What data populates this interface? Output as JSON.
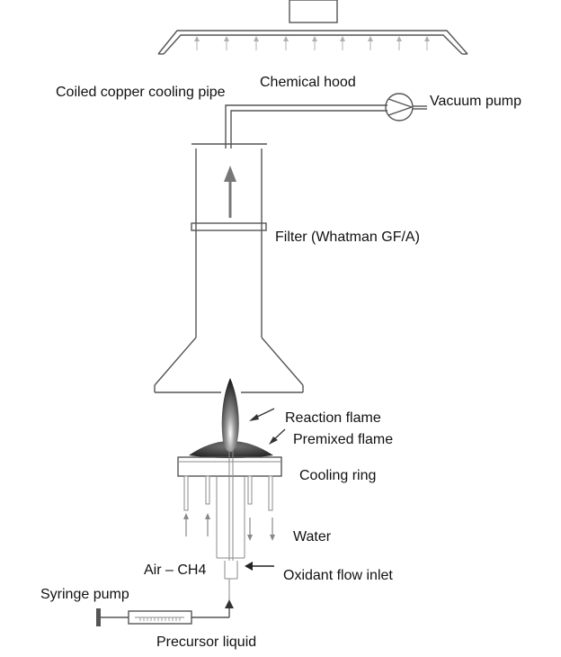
{
  "labels": {
    "chemical_hood": "Chemical hood",
    "cooling_pipe": "Coiled copper cooling pipe",
    "vacuum_pump": "Vacuum pump",
    "filter": "Filter (Whatman GF/A)",
    "reaction_flame": "Reaction flame",
    "premixed_flame": "Premixed flame",
    "cooling_ring": "Cooling ring",
    "water": "Water",
    "air_ch4": "Air – CH4",
    "oxidant_inlet": "Oxidant flow inlet",
    "syringe_pump": "Syringe pump",
    "precursor_liquid": "Precursor liquid"
  },
  "colors": {
    "line": "#555555",
    "light_line": "#8a8a8a",
    "flame_dark": "#1e1e1e",
    "flame_light": "#ffffff",
    "text": "#111111"
  }
}
